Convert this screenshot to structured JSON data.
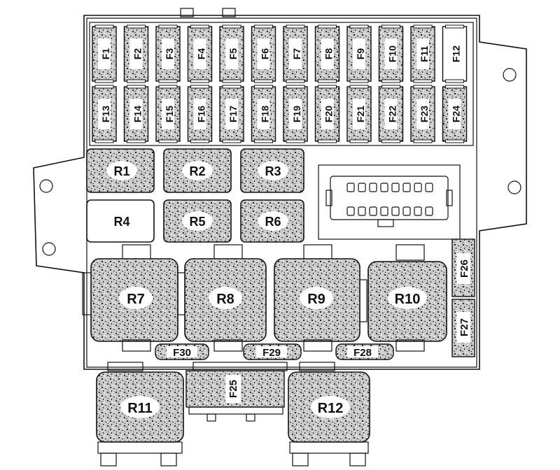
{
  "colors": {
    "line": "#111111",
    "background": "#ffffff",
    "speckle": "#888888"
  },
  "fuses_top_row": [
    "F1",
    "F2",
    "F3",
    "F4",
    "F5",
    "F6",
    "F7",
    "F8",
    "F9",
    "F10",
    "F11",
    "F12"
  ],
  "fuses_bottom_row": [
    "F13",
    "F14",
    "F15",
    "F16",
    "F17",
    "F18",
    "F19",
    "F20",
    "F21",
    "F22",
    "F23",
    "F24"
  ],
  "small_relays": [
    "R1",
    "R2",
    "R3",
    "R4",
    "R5",
    "R6"
  ],
  "large_relays": [
    "R7",
    "R8",
    "R9",
    "R10"
  ],
  "lower_relays": [
    "R11",
    "R12"
  ],
  "side_fuses": [
    "F26",
    "F27"
  ],
  "bottom_fuses": [
    "F30",
    "F29",
    "F28"
  ],
  "bottom_block_fuse": "F25"
}
